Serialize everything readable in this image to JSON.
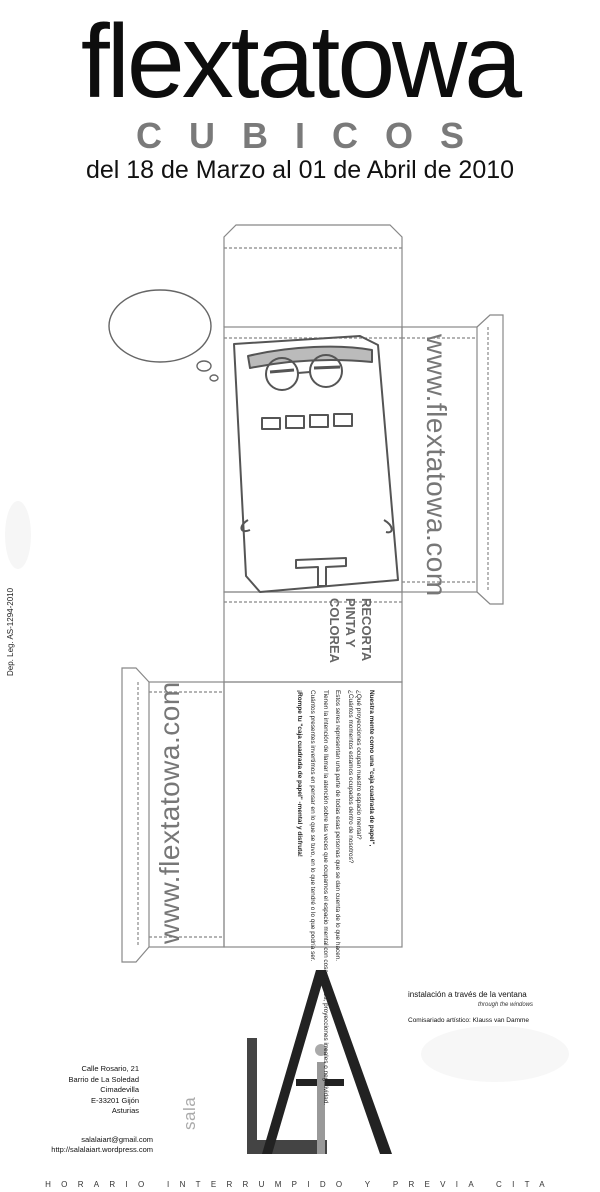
{
  "header": {
    "title": "flextatowa",
    "subtitle": "CUBICOS",
    "dates": "del 18 de Marzo al 01 de Abril de 2010"
  },
  "legal": {
    "deposit": "Dep. Leg. AS-1294-2010"
  },
  "box": {
    "url_top": "www.flextatowa.com",
    "url_bottom": "www.flextatowa.com",
    "recorta_lines": [
      "RECORTA",
      "PINTA Y",
      "COLOREA"
    ],
    "paragraphs": [
      "Nuestra mente como una \"caja cuadrada de papel\",",
      "¿Qué proyecciones ocupan nuestro espacio mental?",
      "¿Cuántos momentos estamos ocupados dentro de nosotros?",
      "Estos seres representan una parte de todas esas personas que se dan cuenta de lo que hacen.",
      "Tienen la intención de llamar la atención sobre las veces que ocupamos el espacio mental con cosas triviales, proyecciones irreales o negatividad.",
      "Cuántos presentes invertimos en pensar en lo que se tuvo, en lo que tendré o lo que podría ser.",
      "¡Rompe tu \"caja cuadrada de papel\" -mental y disfruta!"
    ]
  },
  "venue": {
    "installation": "instalación a través de la ventana",
    "installation_en": "through the windows",
    "curator": "Comisariado artístico: Klauss van Damme",
    "address_lines": [
      "Calle Rosario, 21",
      "Barrio de La Soledad",
      "Cimadevilla",
      "E-33201 Gijón",
      "Asturias"
    ],
    "email": "salalaiart@gmail.com",
    "website": "http://salalaiart.wordpress.com",
    "logo_small": "sala"
  },
  "footer": {
    "hours": "HORARIO INTERRUMPIDO Y PREVIA CITA"
  }
}
